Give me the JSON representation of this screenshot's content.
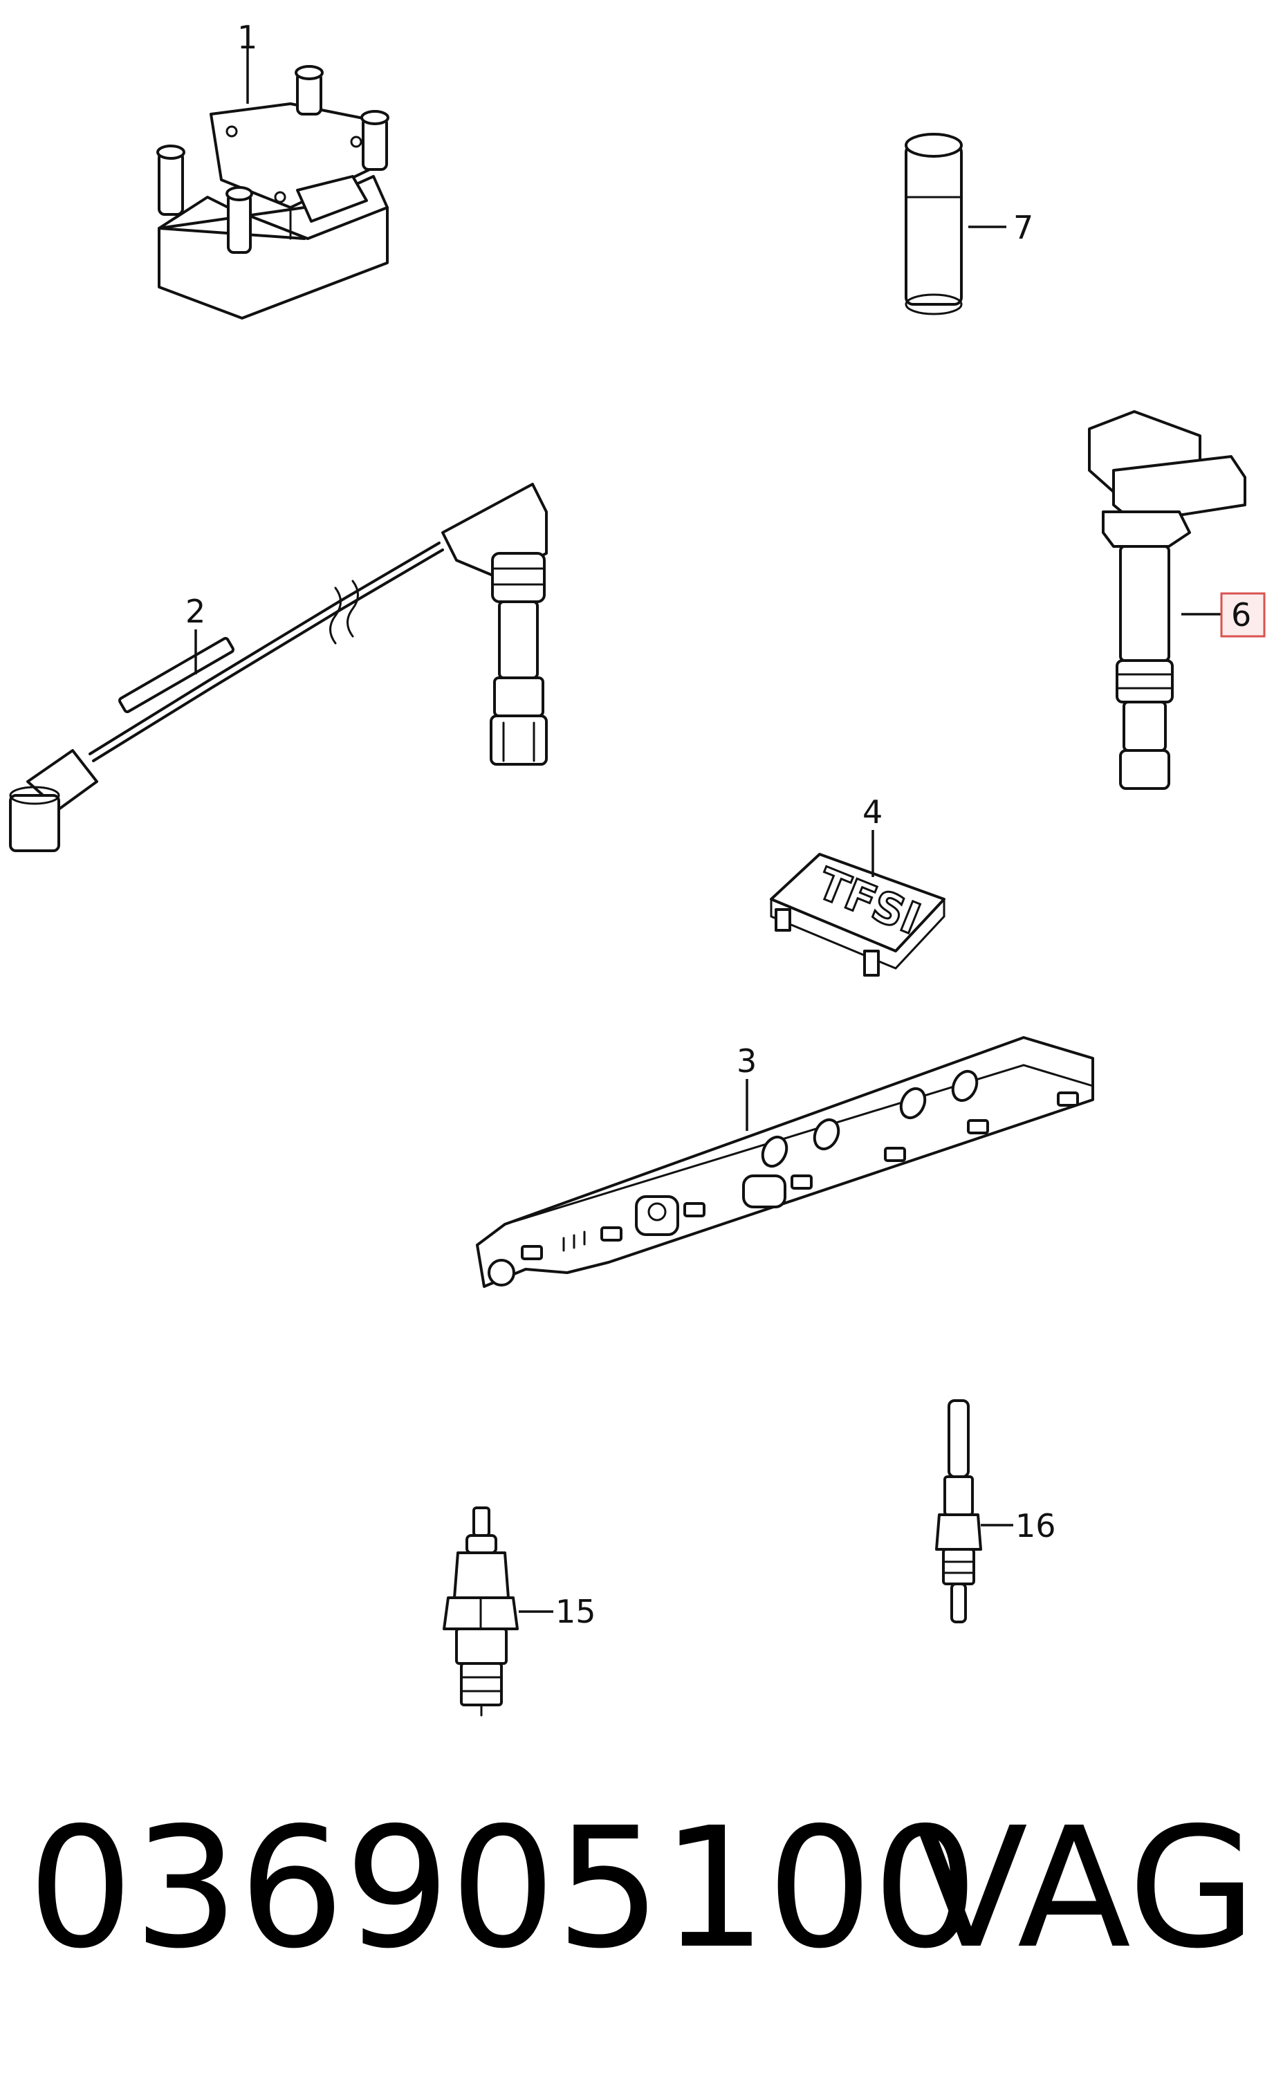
{
  "diagram": {
    "callouts": {
      "c1": "1",
      "c2": "2",
      "c3": "3",
      "c4": "4",
      "c6": "6",
      "c7": "7",
      "c15": "15",
      "c16": "16"
    },
    "badge_text": "TFSI",
    "highlight_color": "#d9534f",
    "highlight_fill": "#fdecec"
  },
  "footer": {
    "part_number": "036905100",
    "brand": "VAG"
  }
}
